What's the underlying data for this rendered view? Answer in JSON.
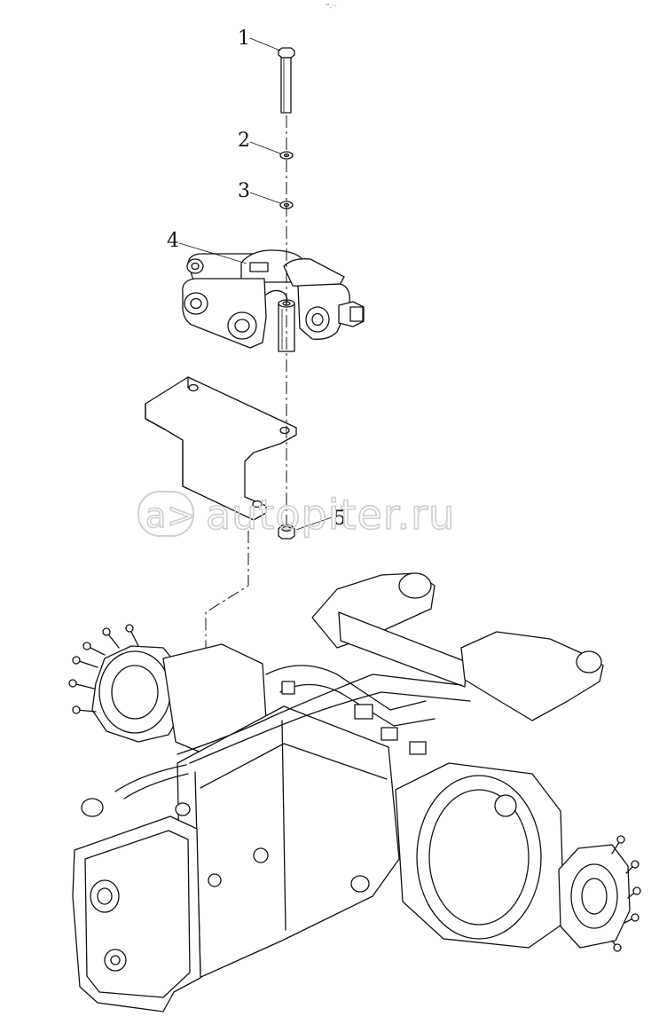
{
  "corner_mark": "™,···",
  "watermark": {
    "text": "autopiter.ru",
    "logo_glyph": "a>"
  },
  "callouts": [
    {
      "id": "1",
      "label": "1",
      "part": "bolt"
    },
    {
      "id": "2",
      "label": "2",
      "part": "spring-washer"
    },
    {
      "id": "3",
      "label": "3",
      "part": "flat-washer"
    },
    {
      "id": "4",
      "label": "4",
      "part": "mounting-bracket-assembly"
    },
    {
      "id": "5",
      "label": "5",
      "part": "nut"
    }
  ],
  "colors": {
    "line": "#111111",
    "watermark": "#cfcfcf",
    "background": "#ffffff"
  }
}
